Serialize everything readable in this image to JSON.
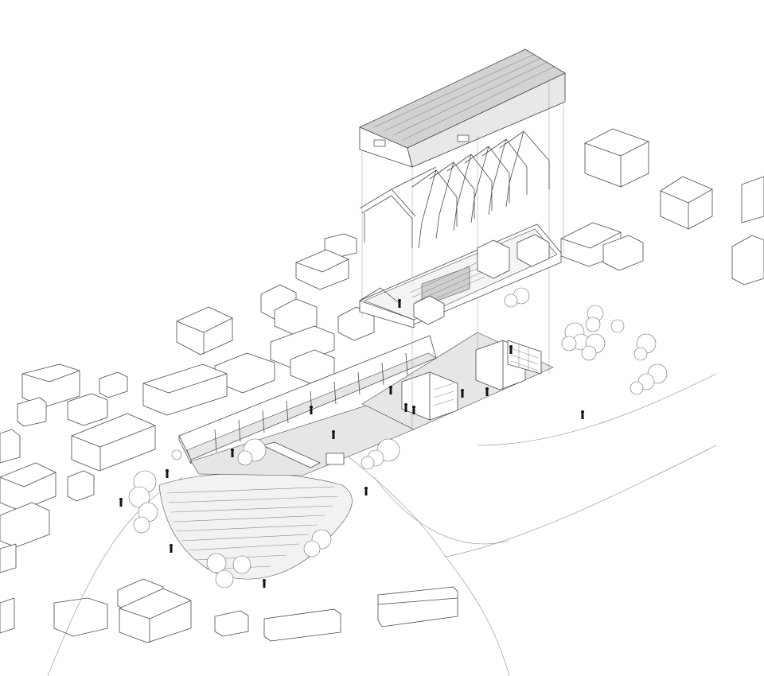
{
  "drawing": {
    "kind": "exploded axonometric",
    "text_labels": []
  },
  "colors": {
    "line": "#4a4a4a",
    "roof_shade": "#bdbdbd",
    "plaza_fill": "#e6e6e6",
    "background": "#ffffff"
  },
  "layers": [
    {
      "name": "roof"
    },
    {
      "name": "timber-trusses"
    },
    {
      "name": "interior-floor"
    },
    {
      "name": "ground-site"
    }
  ],
  "icons": {
    "tree": "tree-icon",
    "person": "person-icon",
    "house": "house-icon"
  }
}
